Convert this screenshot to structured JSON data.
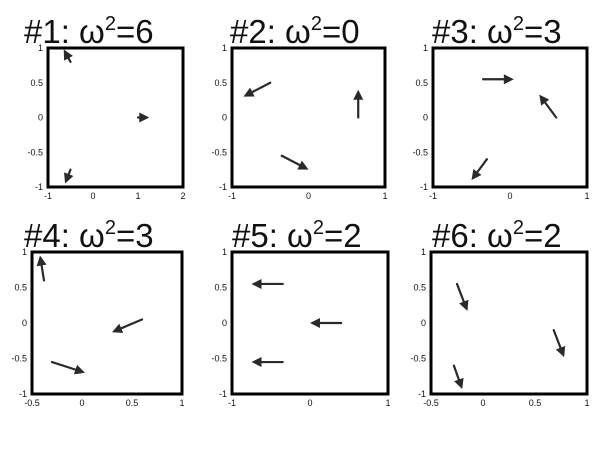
{
  "chart_data": [
    {
      "type": "quiver",
      "title": {
        "prefix": "#1: ω",
        "sup": "2",
        "suffix": "=6"
      },
      "xlim": [
        -1,
        2
      ],
      "ylim": [
        -1,
        1
      ],
      "xticks": [
        {
          "v": -1,
          "label": "-1"
        },
        {
          "v": 0,
          "label": "0"
        },
        {
          "v": 1,
          "label": "1"
        },
        {
          "v": 2,
          "label": "2"
        }
      ],
      "yticks": [
        {
          "v": -1,
          "label": "-1"
        },
        {
          "v": -0.5,
          "label": "-0.5"
        },
        {
          "v": 0,
          "label": "0"
        },
        {
          "v": 0.5,
          "label": "0.5"
        },
        {
          "v": 1,
          "label": "1"
        }
      ],
      "arrows": [
        {
          "x": -0.5,
          "y": 0.8,
          "dx": -0.15,
          "dy": 0.18
        },
        {
          "x": 1.0,
          "y": 0.0,
          "dx": 0.25,
          "dy": 0.0
        },
        {
          "x": -0.5,
          "y": -0.75,
          "dx": -0.12,
          "dy": -0.2
        }
      ]
    },
    {
      "type": "quiver",
      "title": {
        "prefix": "#2: ω",
        "sup": "2",
        "suffix": "=0"
      },
      "xlim": [
        -1,
        1
      ],
      "ylim": [
        -1,
        1
      ],
      "xticks": [
        {
          "v": -1,
          "label": "-1"
        },
        {
          "v": 0,
          "label": "0"
        },
        {
          "v": 1,
          "label": "1"
        }
      ],
      "yticks": [
        {
          "v": -1,
          "label": "-1"
        },
        {
          "v": -0.5,
          "label": "-0.5"
        },
        {
          "v": 0,
          "label": "0"
        },
        {
          "v": 0.5,
          "label": "0.5"
        },
        {
          "v": 1,
          "label": "1"
        }
      ],
      "arrows": [
        {
          "x": -0.5,
          "y": 0.5,
          "dx": -0.35,
          "dy": -0.2
        },
        {
          "x": 0.65,
          "y": 0.0,
          "dx": 0.0,
          "dy": 0.4
        },
        {
          "x": -0.35,
          "y": -0.55,
          "dx": 0.35,
          "dy": -0.2
        }
      ]
    },
    {
      "type": "quiver",
      "title": {
        "prefix": "#3: ω",
        "sup": "2",
        "suffix": "=3"
      },
      "xlim": [
        -1,
        1
      ],
      "ylim": [
        -1,
        1
      ],
      "xticks": [
        {
          "v": -1,
          "label": "-1"
        },
        {
          "v": 0,
          "label": "0"
        },
        {
          "v": 1,
          "label": "1"
        }
      ],
      "yticks": [
        {
          "v": -1,
          "label": "-1"
        },
        {
          "v": -0.5,
          "label": "-0.5"
        },
        {
          "v": 0,
          "label": "0"
        },
        {
          "v": 0.5,
          "label": "0.5"
        },
        {
          "v": 1,
          "label": "1"
        }
      ],
      "arrows": [
        {
          "x": -0.35,
          "y": 0.55,
          "dx": 0.4,
          "dy": 0.0
        },
        {
          "x": 0.6,
          "y": 0.0,
          "dx": -0.22,
          "dy": 0.33
        },
        {
          "x": -0.3,
          "y": -0.6,
          "dx": -0.2,
          "dy": -0.3
        }
      ]
    },
    {
      "type": "quiver",
      "title": {
        "prefix": "#4: ω",
        "sup": "2",
        "suffix": "=3"
      },
      "xlim": [
        -0.5,
        1
      ],
      "ylim": [
        -1,
        1
      ],
      "xticks": [
        {
          "v": -0.5,
          "label": "-0.5"
        },
        {
          "v": 0,
          "label": "0"
        },
        {
          "v": 0.5,
          "label": "0.5"
        },
        {
          "v": 1,
          "label": "1"
        }
      ],
      "yticks": [
        {
          "v": -1,
          "label": "-1"
        },
        {
          "v": -0.5,
          "label": "-0.5"
        },
        {
          "v": 0,
          "label": "0"
        },
        {
          "v": 0.5,
          "label": "0.5"
        },
        {
          "v": 1,
          "label": "1"
        }
      ],
      "arrows": [
        {
          "x": -0.38,
          "y": 0.6,
          "dx": -0.04,
          "dy": 0.35
        },
        {
          "x": 0.6,
          "y": 0.05,
          "dx": -0.3,
          "dy": -0.18
        },
        {
          "x": -0.3,
          "y": -0.55,
          "dx": 0.33,
          "dy": -0.15
        }
      ]
    },
    {
      "type": "quiver",
      "title": {
        "prefix": "#5: ω",
        "sup": "2",
        "suffix": "=2"
      },
      "xlim": [
        -1,
        1
      ],
      "ylim": [
        -1,
        1
      ],
      "xticks": [
        {
          "v": -1,
          "label": "-1"
        },
        {
          "v": 0,
          "label": "0"
        },
        {
          "v": 1,
          "label": "1"
        }
      ],
      "yticks": [
        {
          "v": -1,
          "label": "-1"
        },
        {
          "v": -0.5,
          "label": "-0.5"
        },
        {
          "v": 0,
          "label": "0"
        },
        {
          "v": 0.5,
          "label": "0.5"
        },
        {
          "v": 1,
          "label": "1"
        }
      ],
      "arrows": [
        {
          "x": -0.35,
          "y": 0.55,
          "dx": -0.4,
          "dy": 0.0
        },
        {
          "x": 0.4,
          "y": 0.0,
          "dx": -0.4,
          "dy": 0.0
        },
        {
          "x": -0.35,
          "y": -0.55,
          "dx": -0.4,
          "dy": 0.0
        }
      ]
    },
    {
      "type": "quiver",
      "title": {
        "prefix": "#6: ω",
        "sup": "2",
        "suffix": "=2"
      },
      "xlim": [
        -0.5,
        1
      ],
      "ylim": [
        -1,
        1
      ],
      "xticks": [
        {
          "v": -0.5,
          "label": "-0.5"
        },
        {
          "v": 0,
          "label": "0"
        },
        {
          "v": 0.5,
          "label": "0.5"
        },
        {
          "v": 1,
          "label": "1"
        }
      ],
      "yticks": [
        {
          "v": -1,
          "label": "-1"
        },
        {
          "v": -0.5,
          "label": "-0.5"
        },
        {
          "v": 0,
          "label": "0"
        },
        {
          "v": 0.5,
          "label": "0.5"
        },
        {
          "v": 1,
          "label": "1"
        }
      ],
      "arrows": [
        {
          "x": -0.25,
          "y": 0.55,
          "dx": 0.1,
          "dy": -0.38
        },
        {
          "x": 0.68,
          "y": -0.1,
          "dx": 0.1,
          "dy": -0.38
        },
        {
          "x": -0.28,
          "y": -0.6,
          "dx": 0.08,
          "dy": -0.33
        }
      ]
    }
  ]
}
